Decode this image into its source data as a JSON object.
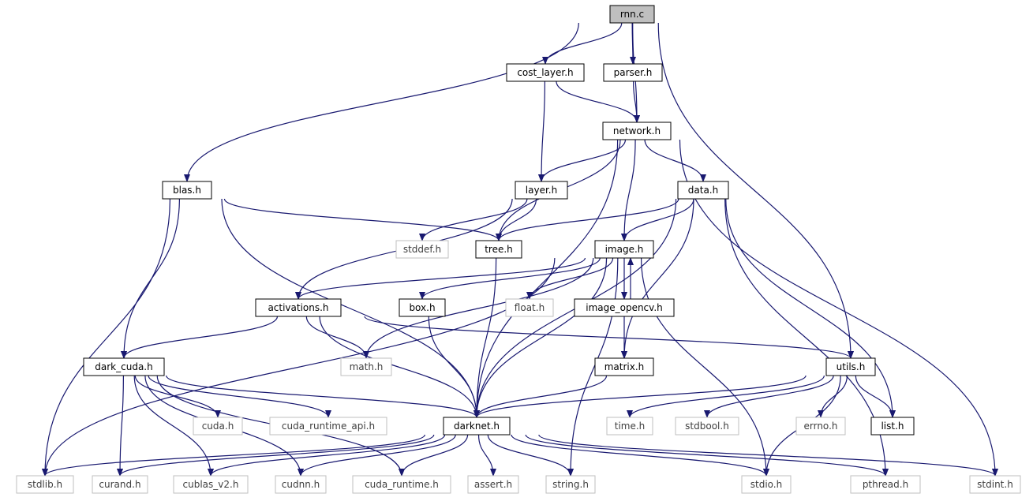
{
  "graph": {
    "colors": {
      "edge": "#191970",
      "root_fill": "#bfbfbf",
      "node_fill": "#ffffff",
      "node_border": "#000000",
      "system_border": "#bfbfbf",
      "system_text": "#3f3f3f"
    },
    "nodes": [
      {
        "id": "rnn",
        "label": "rnn.c",
        "kind": "root"
      },
      {
        "id": "cost_layer",
        "label": "cost_layer.h",
        "kind": "local"
      },
      {
        "id": "parser",
        "label": "parser.h",
        "kind": "local"
      },
      {
        "id": "network",
        "label": "network.h",
        "kind": "local"
      },
      {
        "id": "blas",
        "label": "blas.h",
        "kind": "local"
      },
      {
        "id": "layer",
        "label": "layer.h",
        "kind": "local"
      },
      {
        "id": "data",
        "label": "data.h",
        "kind": "local"
      },
      {
        "id": "stddef",
        "label": "stddef.h",
        "kind": "system"
      },
      {
        "id": "tree",
        "label": "tree.h",
        "kind": "local"
      },
      {
        "id": "image",
        "label": "image.h",
        "kind": "local"
      },
      {
        "id": "activations",
        "label": "activations.h",
        "kind": "local"
      },
      {
        "id": "box",
        "label": "box.h",
        "kind": "local"
      },
      {
        "id": "float",
        "label": "float.h",
        "kind": "system"
      },
      {
        "id": "image_opencv",
        "label": "image_opencv.h",
        "kind": "local"
      },
      {
        "id": "dark_cuda",
        "label": "dark_cuda.h",
        "kind": "local"
      },
      {
        "id": "math",
        "label": "math.h",
        "kind": "system"
      },
      {
        "id": "matrix",
        "label": "matrix.h",
        "kind": "local"
      },
      {
        "id": "utils",
        "label": "utils.h",
        "kind": "local"
      },
      {
        "id": "cuda",
        "label": "cuda.h",
        "kind": "system"
      },
      {
        "id": "cuda_runtime_api",
        "label": "cuda_runtime_api.h",
        "kind": "system"
      },
      {
        "id": "darknet",
        "label": "darknet.h",
        "kind": "local"
      },
      {
        "id": "time",
        "label": "time.h",
        "kind": "system"
      },
      {
        "id": "stdbool",
        "label": "stdbool.h",
        "kind": "system"
      },
      {
        "id": "errno",
        "label": "errno.h",
        "kind": "system"
      },
      {
        "id": "list",
        "label": "list.h",
        "kind": "local"
      },
      {
        "id": "stdlib",
        "label": "stdlib.h",
        "kind": "system"
      },
      {
        "id": "curand",
        "label": "curand.h",
        "kind": "system"
      },
      {
        "id": "cublas_v2",
        "label": "cublas_v2.h",
        "kind": "system"
      },
      {
        "id": "cudnn",
        "label": "cudnn.h",
        "kind": "system"
      },
      {
        "id": "cuda_runtime",
        "label": "cuda_runtime.h",
        "kind": "system"
      },
      {
        "id": "assert",
        "label": "assert.h",
        "kind": "system"
      },
      {
        "id": "string",
        "label": "string.h",
        "kind": "system"
      },
      {
        "id": "stdio",
        "label": "stdio.h",
        "kind": "system"
      },
      {
        "id": "pthread",
        "label": "pthread.h",
        "kind": "system"
      },
      {
        "id": "stdint",
        "label": "stdint.h",
        "kind": "system"
      }
    ],
    "edges": [
      [
        "rnn",
        "cost_layer"
      ],
      [
        "rnn",
        "parser"
      ],
      [
        "rnn",
        "network"
      ],
      [
        "rnn",
        "blas"
      ],
      [
        "rnn",
        "utils"
      ],
      [
        "cost_layer",
        "network"
      ],
      [
        "cost_layer",
        "layer"
      ],
      [
        "parser",
        "network"
      ],
      [
        "network",
        "layer"
      ],
      [
        "network",
        "tree"
      ],
      [
        "network",
        "data"
      ],
      [
        "network",
        "image"
      ],
      [
        "network",
        "darknet"
      ],
      [
        "network",
        "stdint"
      ],
      [
        "blas",
        "tree"
      ],
      [
        "blas",
        "stdlib"
      ],
      [
        "blas",
        "dark_cuda"
      ],
      [
        "blas",
        "darknet"
      ],
      [
        "layer",
        "stddef"
      ],
      [
        "layer",
        "tree"
      ],
      [
        "layer",
        "activations"
      ],
      [
        "data",
        "tree"
      ],
      [
        "data",
        "image"
      ],
      [
        "data",
        "matrix"
      ],
      [
        "data",
        "darknet"
      ],
      [
        "data",
        "list"
      ],
      [
        "data",
        "pthread"
      ],
      [
        "tree",
        "darknet"
      ],
      [
        "image",
        "stdlib"
      ],
      [
        "image",
        "activations"
      ],
      [
        "image",
        "math"
      ],
      [
        "image",
        "box"
      ],
      [
        "image",
        "float"
      ],
      [
        "image",
        "image_opencv"
      ],
      [
        "image",
        "string"
      ],
      [
        "image",
        "stdio"
      ],
      [
        "image",
        "darknet"
      ],
      [
        "image_opencv",
        "image"
      ],
      [
        "image_opencv",
        "matrix"
      ],
      [
        "activations",
        "dark_cuda"
      ],
      [
        "activations",
        "math"
      ],
      [
        "activations",
        "utils"
      ],
      [
        "activations",
        "darknet"
      ],
      [
        "box",
        "darknet"
      ],
      [
        "dark_cuda",
        "cuda"
      ],
      [
        "dark_cuda",
        "cuda_runtime_api"
      ],
      [
        "dark_cuda",
        "darknet"
      ],
      [
        "dark_cuda",
        "curand"
      ],
      [
        "dark_cuda",
        "cublas_v2"
      ],
      [
        "dark_cuda",
        "cudnn"
      ],
      [
        "dark_cuda",
        "cuda_runtime"
      ],
      [
        "matrix",
        "darknet"
      ],
      [
        "utils",
        "darknet"
      ],
      [
        "utils",
        "time"
      ],
      [
        "utils",
        "stdbool"
      ],
      [
        "utils",
        "errno"
      ],
      [
        "utils",
        "list"
      ],
      [
        "utils",
        "stdio"
      ],
      [
        "darknet",
        "stdlib"
      ],
      [
        "darknet",
        "curand"
      ],
      [
        "darknet",
        "cublas_v2"
      ],
      [
        "darknet",
        "cudnn"
      ],
      [
        "darknet",
        "cuda_runtime"
      ],
      [
        "darknet",
        "assert"
      ],
      [
        "darknet",
        "string"
      ],
      [
        "darknet",
        "stdio"
      ],
      [
        "darknet",
        "pthread"
      ],
      [
        "darknet",
        "stdint"
      ]
    ]
  }
}
